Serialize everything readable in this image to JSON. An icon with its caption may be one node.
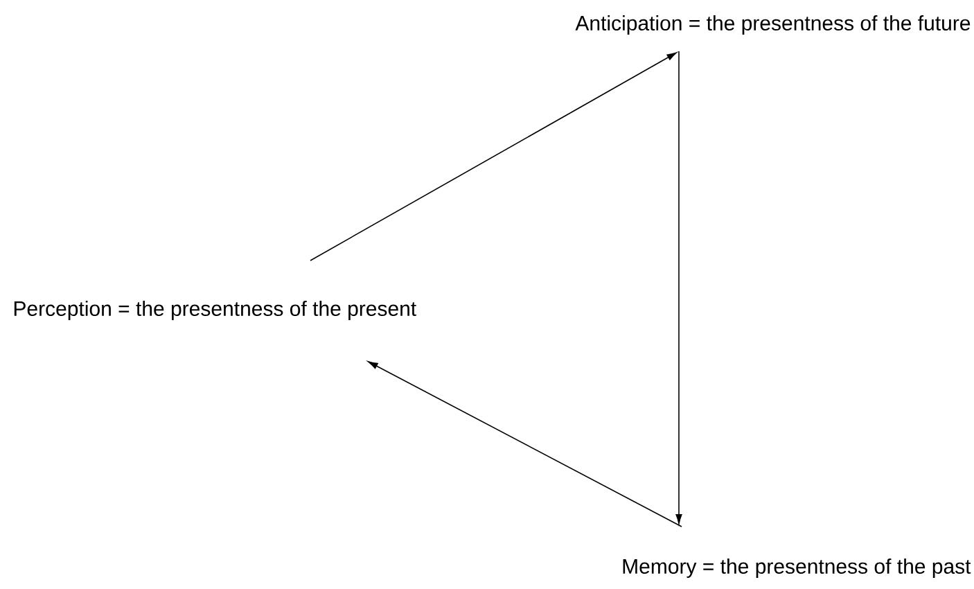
{
  "diagram": {
    "nodes": [
      {
        "text": [
          "Perception = the presentness of the present"
        ]
      },
      {
        "text": [
          "Anticipation = the presentness of the future"
        ]
      },
      {
        "text": [
          "Memory = the presentness of the past"
        ]
      }
    ],
    "edges": [
      {
        "from": 0,
        "to": 1,
        "arrow": "to"
      },
      {
        "from": 1,
        "to": 2,
        "arrow": "to"
      },
      {
        "from": 2,
        "to": 0,
        "arrow": "to"
      }
    ]
  }
}
